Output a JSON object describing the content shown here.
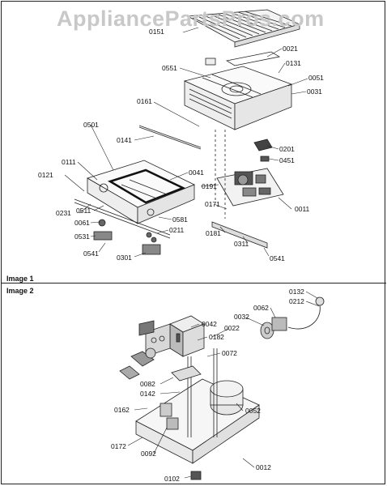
{
  "watermark": "AppliancePartsPros.com",
  "sections": {
    "image1": "Image 1",
    "image2": "Image 2"
  },
  "image1_parts": {
    "p0151": "0151",
    "p0021": "0021",
    "p0131": "0131",
    "p0551": "0551",
    "p0051": "0051",
    "p0031": "0031",
    "p0161": "0161",
    "p0141": "0141",
    "p0501": "0501",
    "p0201": "0201",
    "p0451": "0451",
    "p0111": "0111",
    "p0041": "0041",
    "p0121": "0121",
    "p0191": "0191",
    "p0171": "0171",
    "p0011": "0011",
    "p0231": "0231",
    "p0511": "0511",
    "p0061": "0061",
    "p0581": "0581",
    "p0211": "0211",
    "p0531": "0531",
    "p0181": "0181",
    "p0311": "0311",
    "p0541a": "0541",
    "p0301": "0301",
    "p0541b": "0541"
  },
  "image2_parts": {
    "p0132": "0132",
    "p0212": "0212",
    "p0062": "0062",
    "p0032": "0032",
    "p0042": "0042",
    "p0022": "0022",
    "p0182": "0182",
    "p0072": "0072",
    "p0082": "0082",
    "p0142": "0142",
    "p0162": "0162",
    "p0052": "0052",
    "p0172": "0172",
    "p0092": "0092",
    "p0102": "0102",
    "p0012": "0012"
  }
}
